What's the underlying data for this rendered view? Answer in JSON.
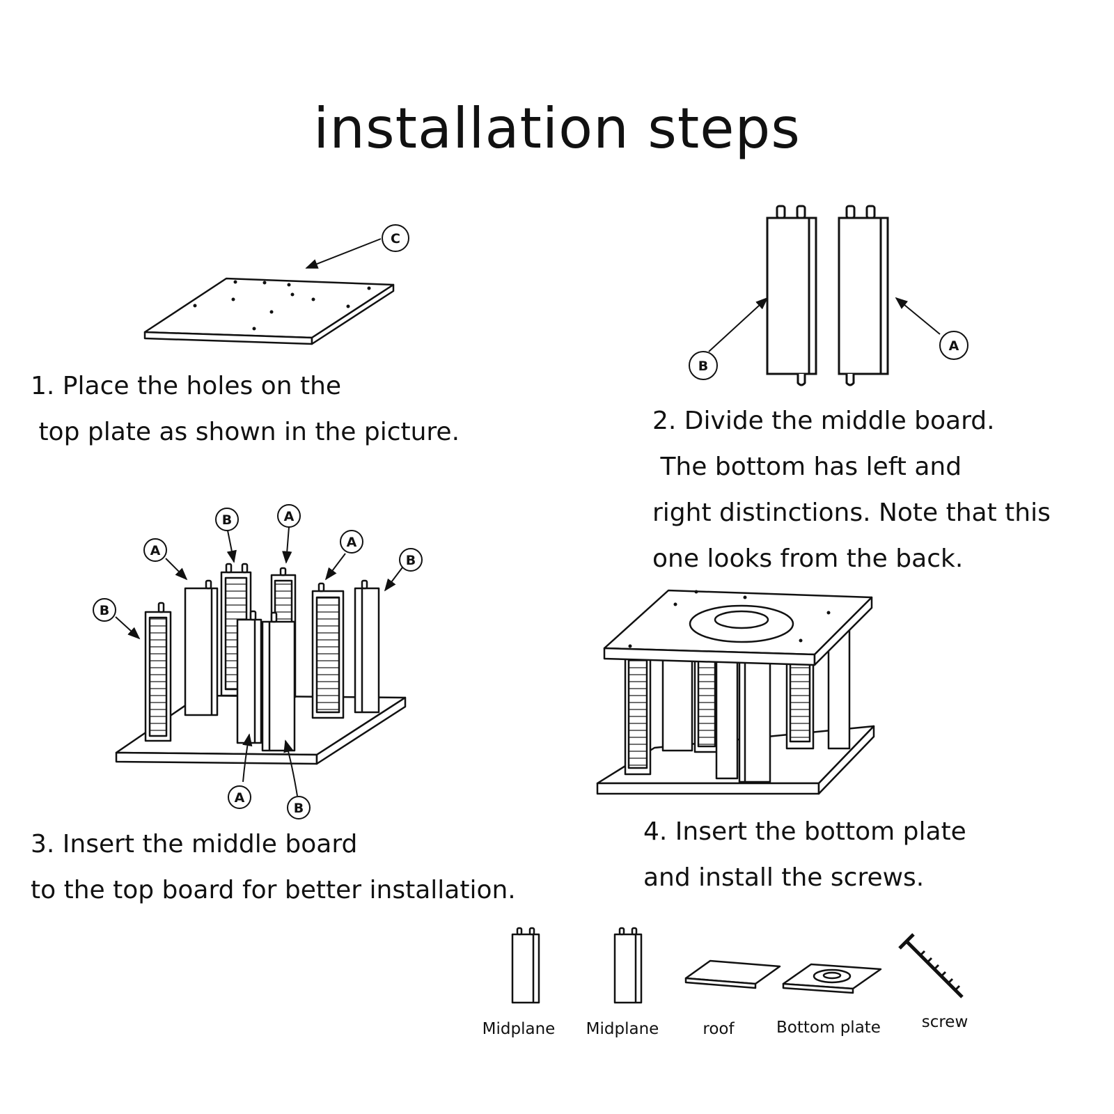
{
  "title": "installation steps",
  "steps": [
    {
      "lines": [
        "1. Place the holes on the",
        " top plate as shown in the picture."
      ]
    },
    {
      "lines": [
        "2. Divide the middle board.",
        " The bottom has left and",
        "right distinctions. Note that this",
        "one looks from the back."
      ]
    },
    {
      "lines": [
        "3. Insert the middle board",
        "to the top board for better installation."
      ]
    },
    {
      "lines": [
        "4. Insert the bottom plate",
        "and install the screws."
      ]
    }
  ],
  "callouts": {
    "a": "A",
    "b": "B",
    "c": "C"
  },
  "parts": [
    {
      "label": "Midplane"
    },
    {
      "label": "Midplane"
    },
    {
      "label": "roof"
    },
    {
      "label": "Bottom plate"
    },
    {
      "label": "screw"
    }
  ]
}
